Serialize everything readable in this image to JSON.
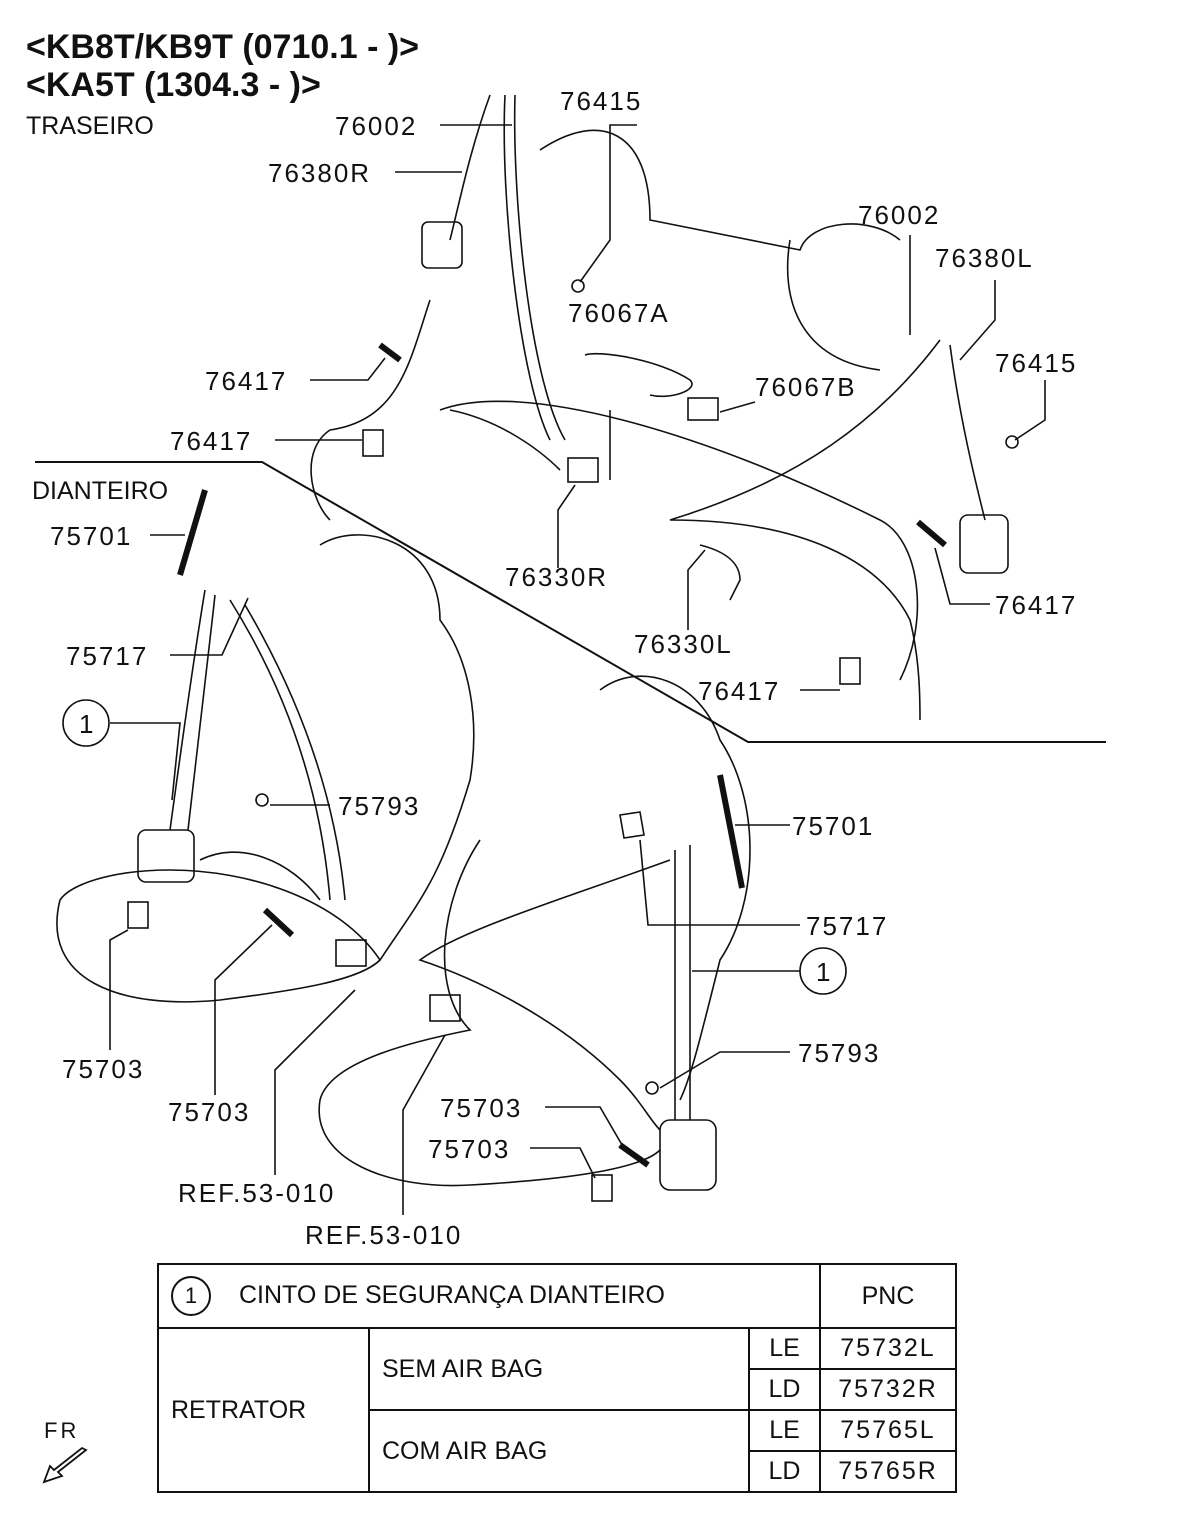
{
  "header": {
    "line1": "<KB8T/KB9T (0710.1 - )>",
    "line2": "<KA5T (1304.3 - )>"
  },
  "sections": {
    "rear": "TRASEIRO",
    "front": "DIANTEIRO"
  },
  "callouts": {
    "c76002_a": "76002",
    "c76415_a": "76415",
    "c76380R": "76380R",
    "c76002_b": "76002",
    "c76380L": "76380L",
    "c76067A": "76067A",
    "c76067B": "76067B",
    "c76417_a": "76417",
    "c76417_b": "76417",
    "c76415_b": "76415",
    "c76330R": "76330R",
    "c76330L": "76330L",
    "c76417_c": "76417",
    "c76417_d": "76417",
    "c75701_a": "75701",
    "c75717_a": "75717",
    "c1_a": "1",
    "c75793_a": "75793",
    "c75701_b": "75701",
    "c75717_b": "75717",
    "c1_b": "1",
    "c75793_b": "75793",
    "c75703_a": "75703",
    "c75703_b": "75703",
    "c75703_c": "75703",
    "c75703_d": "75703",
    "ref_a": "REF.53-010",
    "ref_b": "REF.53-010"
  },
  "table": {
    "circle": "1",
    "title": "CINTO DE SEGURANÇA DIANTEIRO",
    "pnc_header": "PNC",
    "retrator": "RETRATOR",
    "sem_airbag": "SEM AIR BAG",
    "com_airbag": "COM AIR BAG",
    "rows": [
      {
        "side": "LE",
        "pnc": "75732L"
      },
      {
        "side": "LD",
        "pnc": "75732R"
      },
      {
        "side": "LE",
        "pnc": "75765L"
      },
      {
        "side": "LD",
        "pnc": "75765R"
      }
    ]
  },
  "orientation": "FR"
}
